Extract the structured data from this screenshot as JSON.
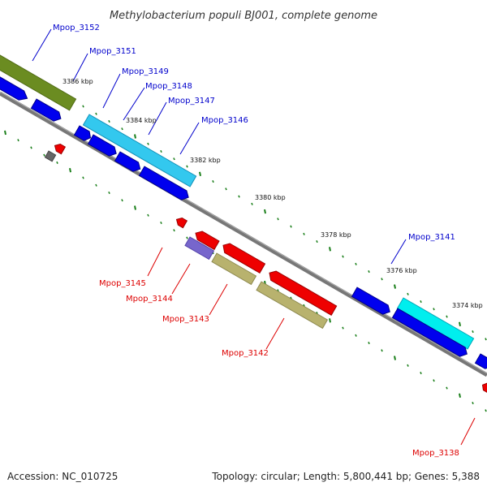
{
  "title": "Methylobacterium populi BJ001, complete genome",
  "footer": {
    "accession": "Accession: NC_010725",
    "summary": "Topology: circular; Length: 5,800,441 bp; Genes: 5,388"
  },
  "colors": {
    "backbone": "#777777",
    "forward_label": "#0000cc",
    "reverse_label": "#dd0000",
    "tick": "#1a7f1a"
  },
  "scale_labels": [
    "3386 kbp",
    "3384 kbp",
    "3382 kbp",
    "3380 kbp",
    "3378 kbp",
    "3376 kbp",
    "3374 kbp"
  ],
  "forward_genes": [
    "Mpop_3152",
    "Mpop_3151",
    "Mpop_3149",
    "Mpop_3148",
    "Mpop_3147",
    "Mpop_3146",
    "Mpop_3141"
  ],
  "reverse_genes": [
    "Mpop_3145",
    "Mpop_3144",
    "Mpop_3143",
    "Mpop_3142",
    "Mpop_3138"
  ]
}
